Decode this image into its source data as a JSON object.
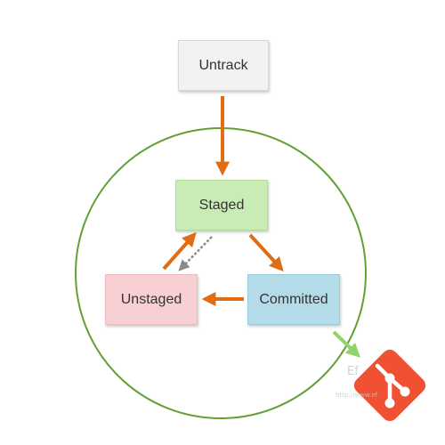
{
  "states": {
    "untrack": "Untrack",
    "staged": "Staged",
    "unstaged": "Unstaged",
    "committed": "Committed"
  },
  "transitions": [
    {
      "from": "Untrack",
      "to": "Staged",
      "style": "solid"
    },
    {
      "from": "Staged",
      "to": "Committed",
      "style": "solid"
    },
    {
      "from": "Committed",
      "to": "Unstaged",
      "style": "solid"
    },
    {
      "from": "Unstaged",
      "to": "Staged",
      "style": "solid"
    },
    {
      "from": "Staged",
      "to": "Unstaged",
      "style": "dotted"
    },
    {
      "from": "Committed",
      "to": "git-logo",
      "style": "solid"
    }
  ],
  "colors": {
    "arrow": "#e06c14",
    "dotted_arrow": "#8a8a8a",
    "circle": "#62a034",
    "exit_arrow": "#8fd46c",
    "git_logo": "#f05133",
    "untrack_fill": "#f2f2f2",
    "staged_fill": "#c8ecb4",
    "unstaged_fill": "#f8d0d4",
    "committed_fill": "#b4dce8"
  },
  "icons": {
    "repository": "git-logo-icon"
  },
  "watermark": {
    "main": "Ef",
    "url": "http://www.ef"
  }
}
